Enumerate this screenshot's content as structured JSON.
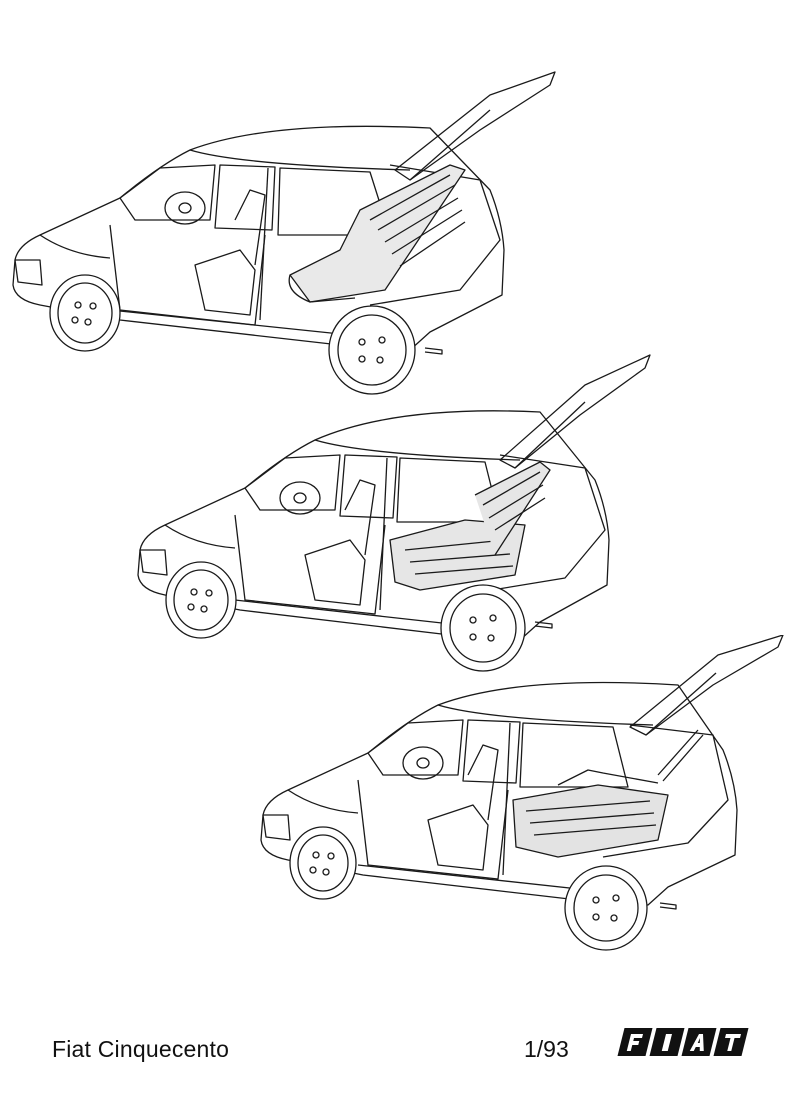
{
  "caption": {
    "title": "Fiat Cinquecento",
    "date": "1/93"
  },
  "logo": {
    "text": "FIAT",
    "color": "#111111"
  },
  "illustration": {
    "line_color": "#1a1a1a",
    "views": [
      "rear-seat-upright",
      "rear-seat-folded-half",
      "rear-seat-folded-flat"
    ]
  }
}
